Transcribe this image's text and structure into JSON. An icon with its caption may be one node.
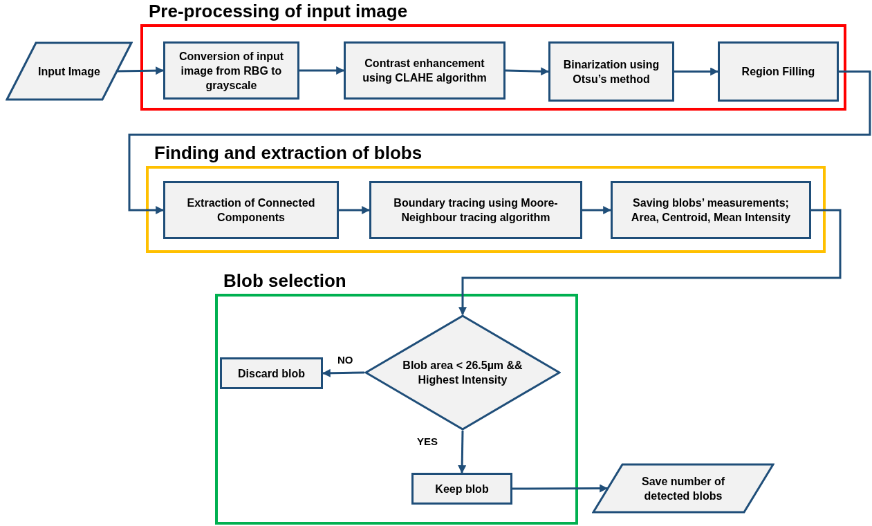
{
  "diagram": {
    "nodes": [
      {
        "text": [
          "Input Image"
        ]
      },
      {
        "text": [
          "Pre-processing of input image"
        ]
      },
      {
        "text": [
          "Conversion of input image from RBG to grayscale"
        ],
        "in": 1
      },
      {
        "text": [
          "Contrast enhancement using CLAHE algorithm"
        ],
        "in": 1
      },
      {
        "text": [
          "Binarization using Otsu’s method"
        ],
        "in": 1
      },
      {
        "text": [
          "Region Filling"
        ],
        "in": 1
      },
      {
        "text": [
          "Finding and extraction of blobs"
        ]
      },
      {
        "text": [
          "Extraction of Connected Components"
        ],
        "in": 6
      },
      {
        "text": [
          "Boundary tracing using Moore-Neighbour tracing algorithm"
        ],
        "in": 6
      },
      {
        "text": [
          "Saving blobs’ measurements; Area, Centroid, Mean Intensity"
        ],
        "in": 6
      },
      {
        "text": [
          "Blob selection"
        ]
      },
      {
        "text": [
          "Discard blob"
        ],
        "in": 10
      },
      {
        "text": [
          "Blob area < 26.5µm && Highest Intensity"
        ],
        "in": 10
      },
      {
        "text": [
          "Keep blob"
        ],
        "in": 10
      },
      {
        "text": [
          "Save number of detected blobs"
        ]
      }
    ],
    "edges": [
      {
        "from": 0,
        "to": 2,
        "arrow": "to"
      },
      {
        "from": 2,
        "to": 3,
        "arrow": "to"
      },
      {
        "from": 3,
        "to": 4,
        "arrow": "to"
      },
      {
        "from": 4,
        "to": 5,
        "arrow": "to"
      },
      {
        "from": 5,
        "to": 7,
        "arrow": "to"
      },
      {
        "from": 7,
        "to": 8,
        "arrow": "to"
      },
      {
        "from": 8,
        "to": 9,
        "arrow": "to"
      },
      {
        "from": 9,
        "to": 12,
        "arrow": "to"
      },
      {
        "from": 12,
        "to": 11,
        "arrow": "to",
        "label": "NO"
      },
      {
        "from": 12,
        "to": 13,
        "arrow": "to",
        "label": "YES"
      },
      {
        "from": 13,
        "to": 14,
        "arrow": "to"
      }
    ]
  }
}
